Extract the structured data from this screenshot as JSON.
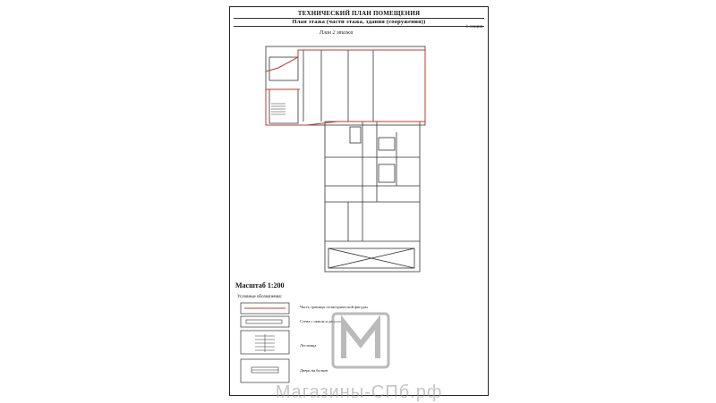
{
  "header": {
    "title": "ТЕХНИЧЕСКИЙ ПЛАН ПОМЕЩЕНИЯ",
    "subtitle": "План этажа (части этажа, здания (сооружения))",
    "section": "1 секция"
  },
  "plan": {
    "floor_label": "План 2 этажа"
  },
  "scale": "Масштаб 1:200",
  "legend": {
    "heading": "Условные обозначения:",
    "items": [
      {
        "text": "Часть границы геометрической фигуры"
      },
      {
        "text": "Стена с окном и дверью"
      },
      {
        "text": "Лестница"
      },
      {
        "text": "Дверь на балкон"
      }
    ]
  },
  "watermark": "Магазины-СПб.рф",
  "colors": {
    "boundary": "#c0392b",
    "line": "#333333",
    "watermark": "#969696"
  }
}
